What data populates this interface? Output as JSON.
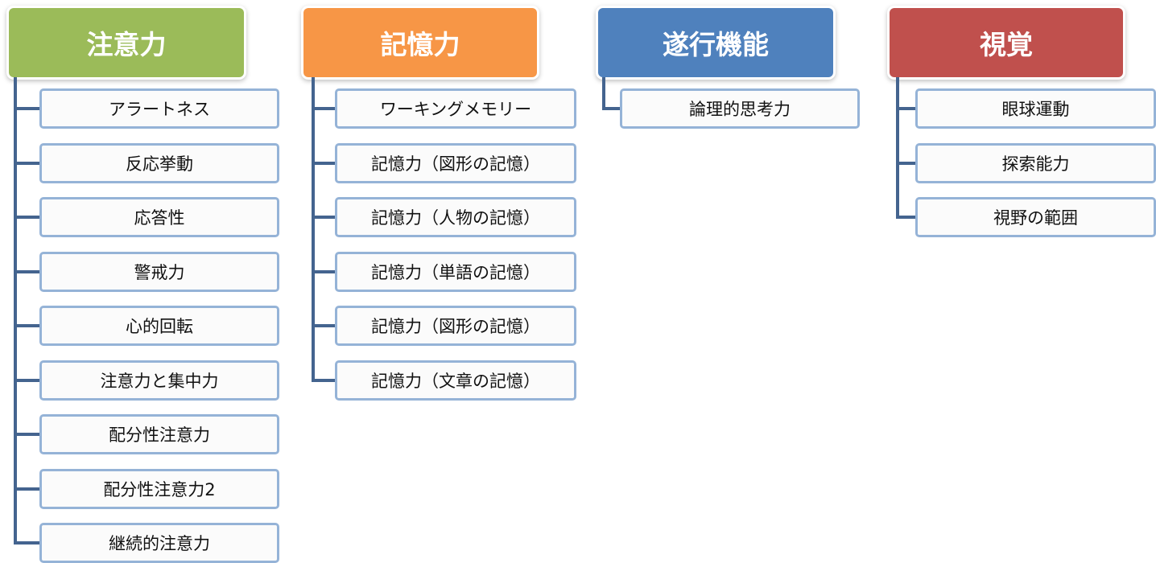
{
  "columns": [
    {
      "id": "attention",
      "title": "注意力",
      "color": "#9bbb59",
      "items": [
        "アラートネス",
        "反応挙動",
        "応答性",
        "警戒力",
        "心的回転",
        "注意力と集中力",
        "配分性注意力",
        "配分性注意力2",
        "継続的注意力"
      ]
    },
    {
      "id": "memory",
      "title": "記憶力",
      "color": "#f79646",
      "items": [
        "ワーキングメモリー",
        "記憶力（図形の記憶）",
        "記憶力（人物の記憶）",
        "記憶力（単語の記憶）",
        "記憶力（図形の記憶）",
        "記憶力（文章の記憶）"
      ]
    },
    {
      "id": "executive",
      "title": "遂行機能",
      "color": "#4f81bd",
      "items": [
        "論理的思考力"
      ]
    },
    {
      "id": "vision",
      "title": "視覚",
      "color": "#c0504d",
      "items": [
        "眼球運動",
        "探索能力",
        "視野の範囲"
      ]
    }
  ]
}
